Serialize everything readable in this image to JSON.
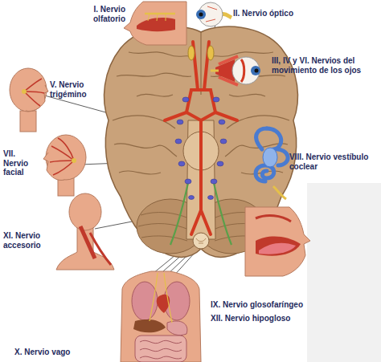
{
  "diagram": {
    "labels": [
      "I. Nervio olfatorio",
      "II. Nervio óptico",
      "III, IV y VI. Nervios del movimiento de los ojos",
      "V. Nervio trigémino",
      "VII. Nervio facial",
      "VIII. Nervio vestíbulo coclear",
      "XI. Nervio accesorio",
      "IX. Nervio glosofaríngeo",
      "XII. Nervio hipogloso",
      "X. Nervio vago"
    ]
  }
}
